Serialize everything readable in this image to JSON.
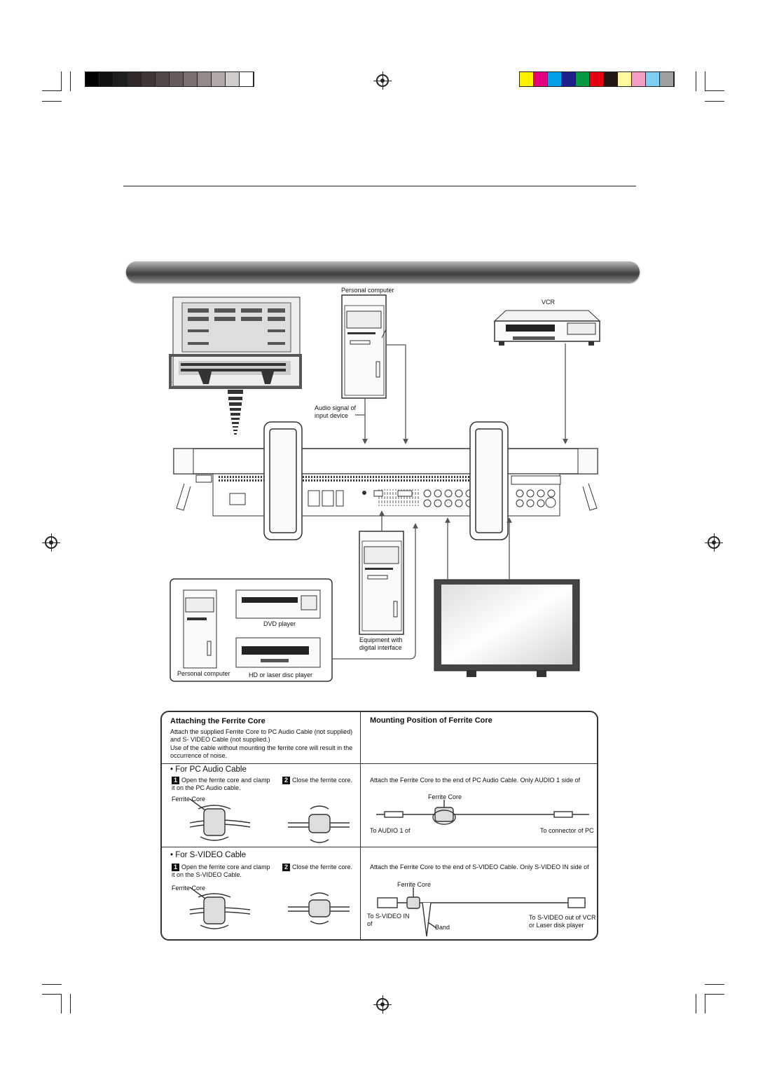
{
  "diagram": {
    "labels": {
      "personal_computer_top": "Personal computer",
      "vcr": "VCR",
      "audio_signal": "Audio signal of\ninput device",
      "equipment_digital": "Equipment with\ndigital interface",
      "dvd_player": "DVD player",
      "personal_computer_box": "Personal computer",
      "hd_laser": "HD or laser disc player"
    },
    "grayscale_swatches": [
      "#000000",
      "#111111",
      "#1e1e1e",
      "#2e2828",
      "#3f3636",
      "#524747",
      "#665a5a",
      "#7b6f6f",
      "#948a8a",
      "#b1a8a8",
      "#d0cccc",
      "#ffffff"
    ],
    "color_swatches": [
      "#fff200",
      "#e6007e",
      "#00a0e9",
      "#1d2088",
      "#009944",
      "#e60012",
      "#231815",
      "#fff799",
      "#f19ec2",
      "#7ecef4",
      "#9fa0a0"
    ]
  },
  "ferrite": {
    "attach_title": "Attaching the Ferrite Core",
    "attach_text1": "Attach the supplied Ferrite Core to PC Audio Cable (not supplied) and S- VIDEO Cable (not supplied.)",
    "attach_text2": "Use of the cable without mounting the ferrite core will result in the occurrence of noise.",
    "mount_title": "Mounting Position of Ferrite Core",
    "pc_audio": {
      "heading": "• For PC Audio Cable",
      "step1": "Open the ferrite core and clamp it on the PC Audio cable.",
      "step2": "Close the ferrite core.",
      "ferrite_core": "Ferrite Core",
      "mount_text": "Attach the Ferrite Core to the end of PC Audio Cable.  Only AUDIO 1 side of",
      "mount_ferrite": "Ferrite Core",
      "to_left": "To AUDIO 1 of",
      "to_right": "To connector of PC"
    },
    "svideo": {
      "heading": "• For S-VIDEO Cable",
      "step1": "Open the ferrite core and clamp it on the S-VIDEO Cable.",
      "step2": "Close the ferrite core.",
      "ferrite_core": "Ferrite Core",
      "mount_text": "Attach the Ferrite Core to the end of S-VIDEO Cable.  Only S-VIDEO IN side of",
      "mount_ferrite": "Ferrite Core",
      "to_left": "To S-VIDEO IN\nof",
      "band": "Band",
      "to_right": "To S-VIDEO out of VCR\nor Laser disk player"
    },
    "step_numbers": [
      "1",
      "2"
    ]
  }
}
